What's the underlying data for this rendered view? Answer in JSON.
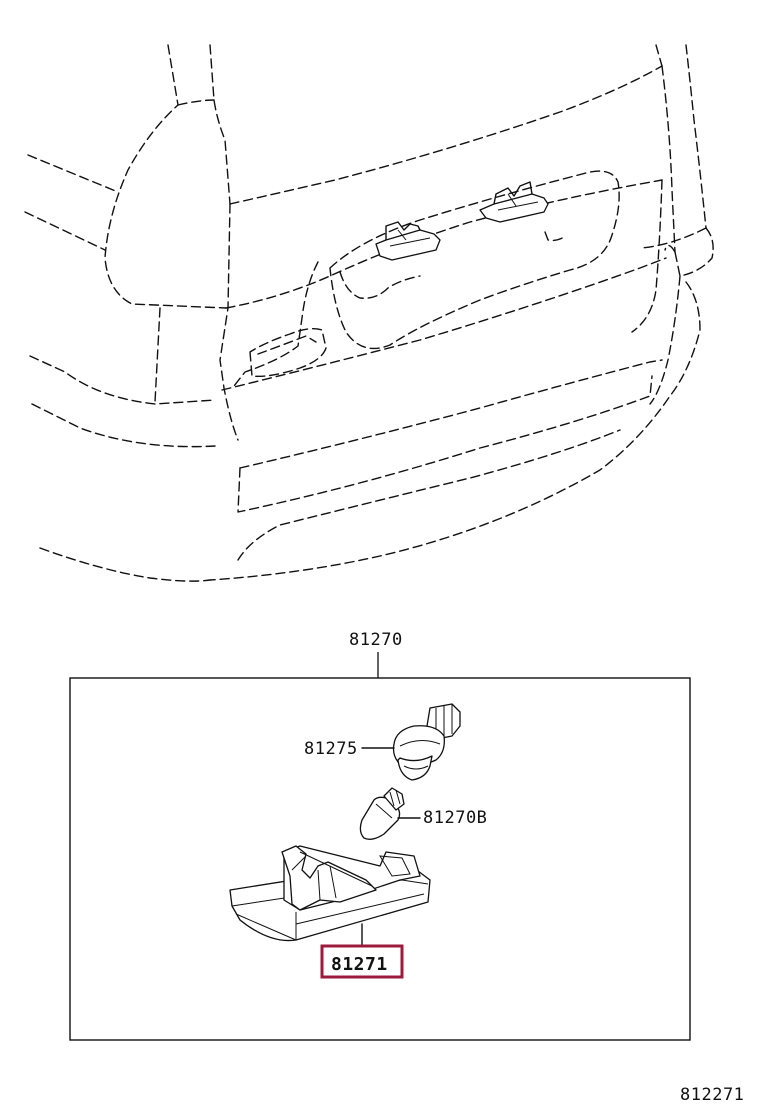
{
  "diagram": {
    "assembly_label": "81270",
    "parts": [
      {
        "id": "socket",
        "label": "81275"
      },
      {
        "id": "bulb",
        "label": "81270B"
      },
      {
        "id": "lens",
        "label": "81271"
      }
    ],
    "highlighted_part": "81271",
    "highlight_color": "#9c1a3c",
    "figure_number": "812271"
  }
}
